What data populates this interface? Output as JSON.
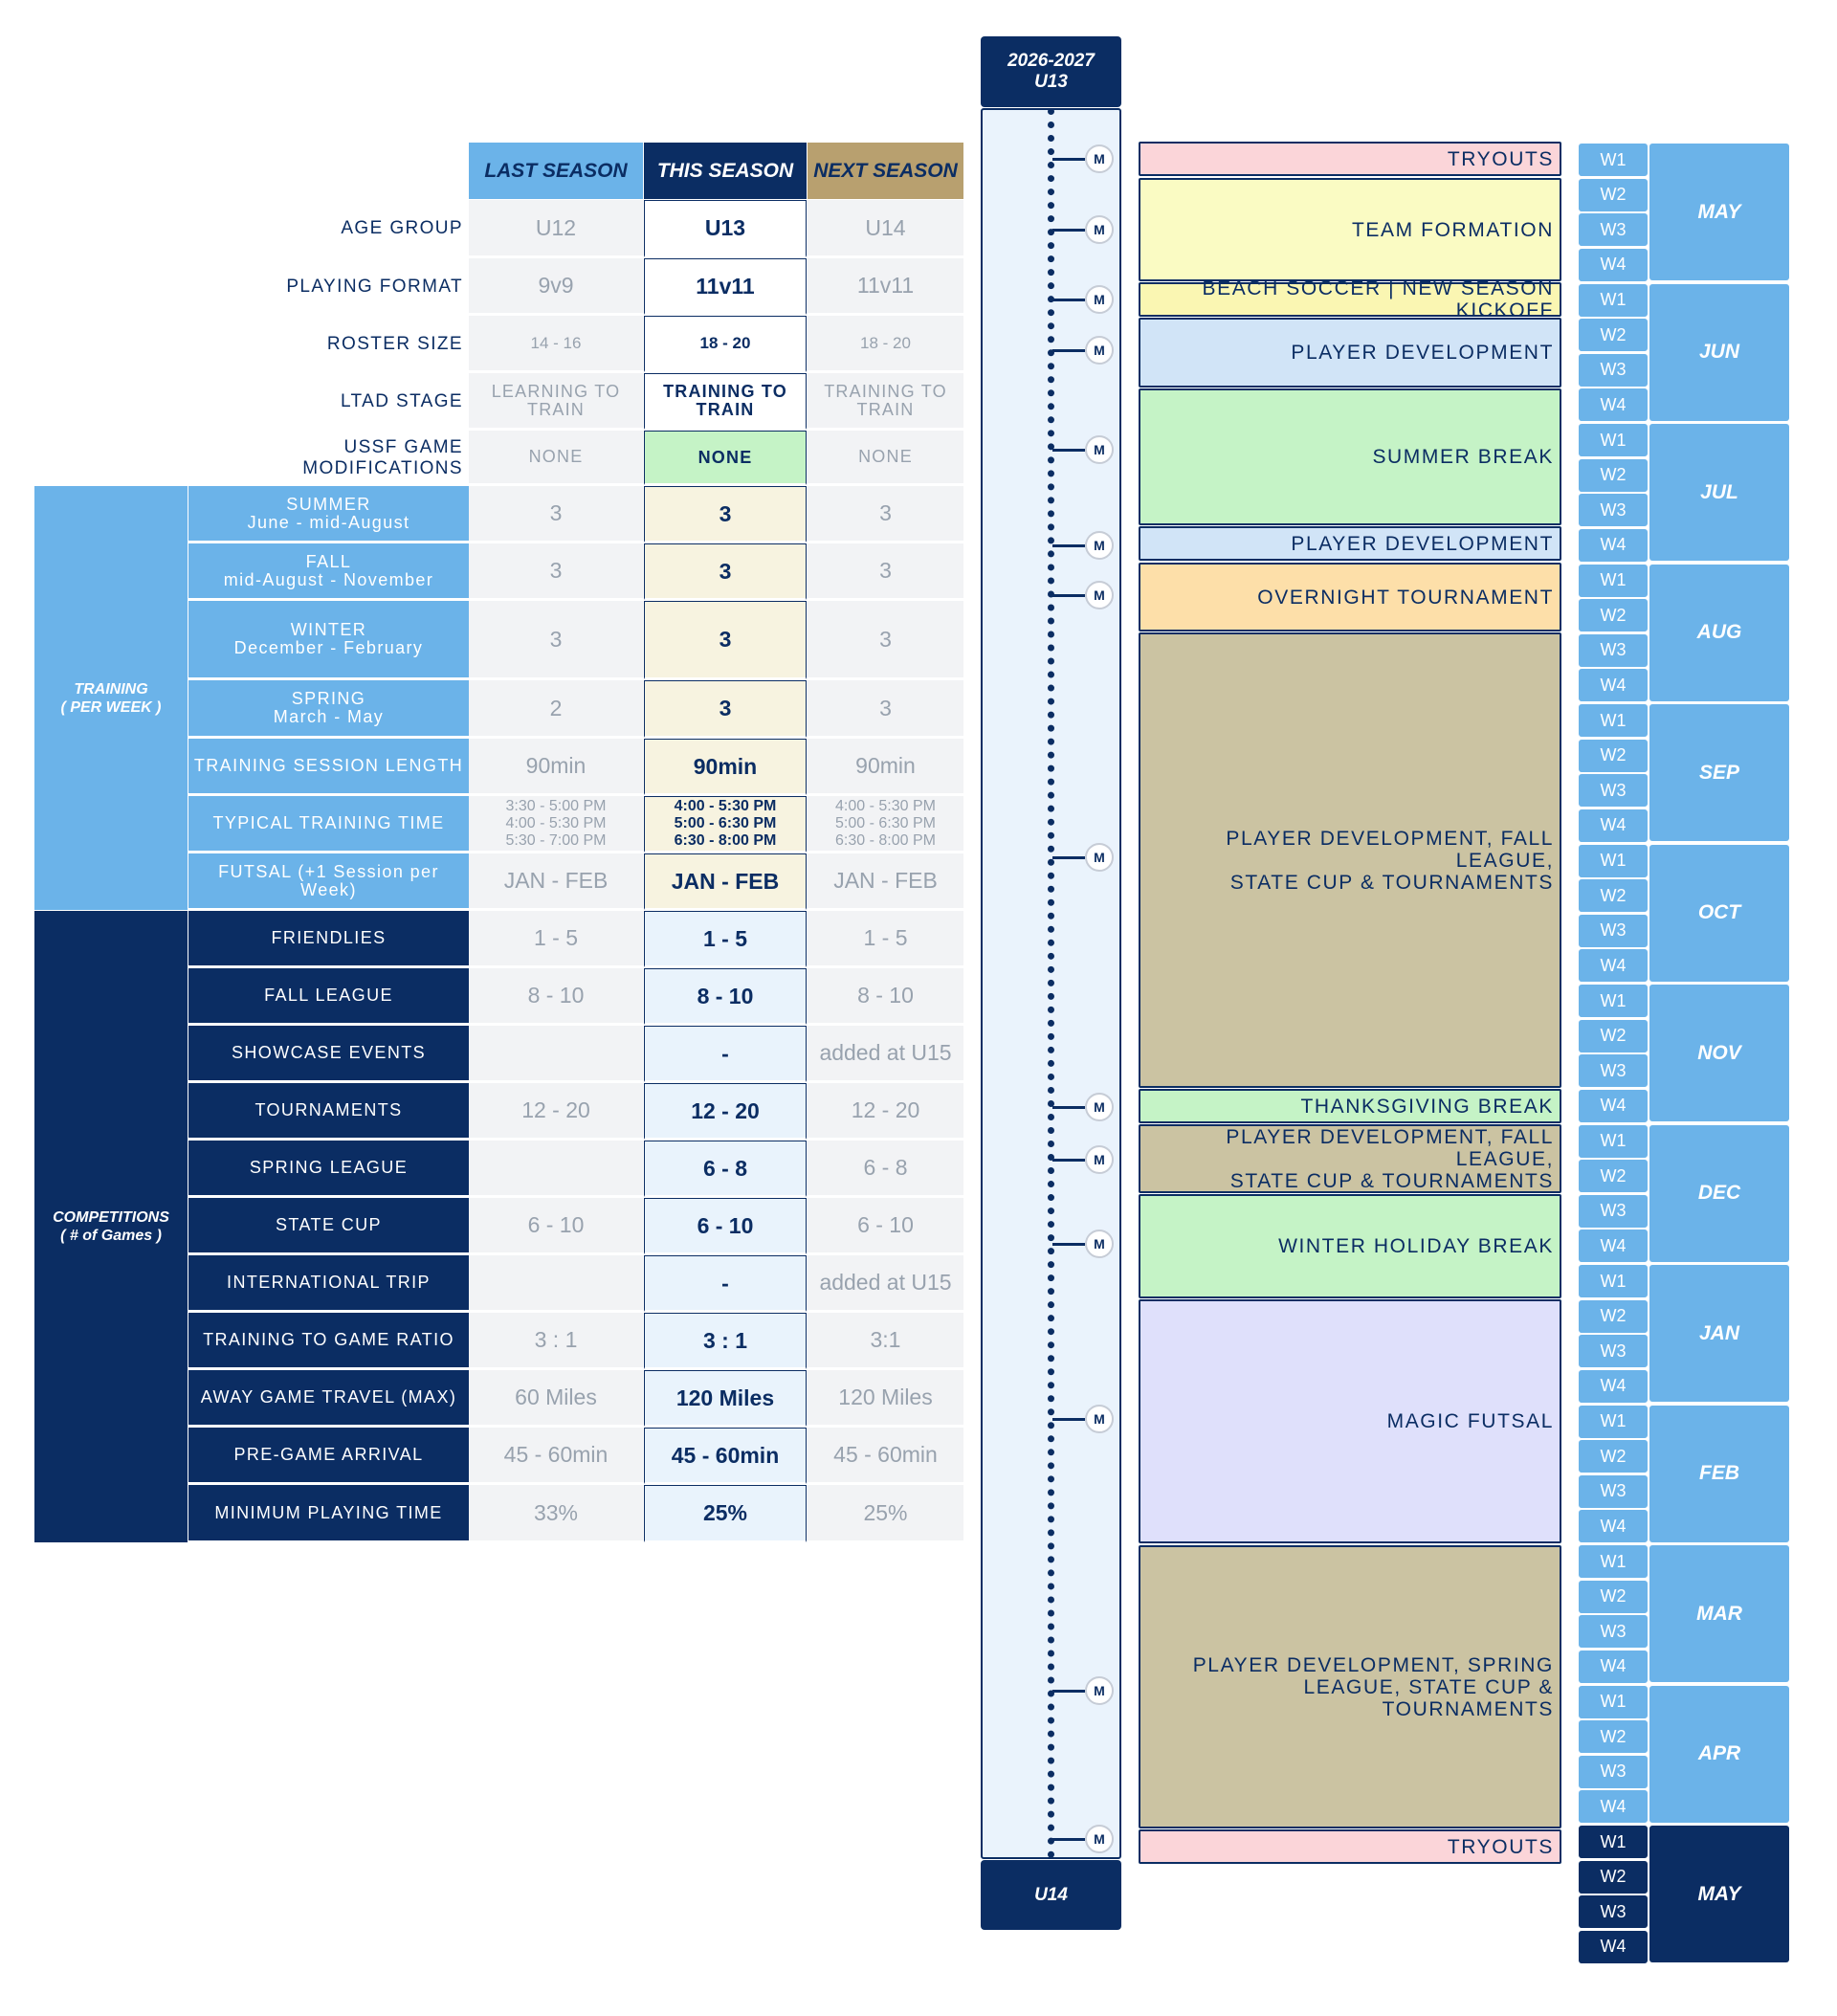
{
  "headers": {
    "last": "LAST SEASON",
    "this": "THIS SEASON",
    "next": "NEXT SEASON"
  },
  "rows": {
    "age": {
      "label": "AGE GROUP",
      "last": "U12",
      "this": "U13",
      "next": "U14"
    },
    "format": {
      "label": "PLAYING FORMAT",
      "last": "9v9",
      "this": "11v11",
      "next": "11v11"
    },
    "roster": {
      "label": "ROSTER SIZE",
      "last": "14 - 16",
      "this": "18 - 20",
      "next": "18 - 20"
    },
    "ltad": {
      "label": "LTAD STAGE",
      "last": "LEARNING TO TRAIN",
      "this": "TRAINING TO TRAIN",
      "next": "TRAINING TO TRAIN"
    },
    "ussf": {
      "label": "USSF GAME MODIFICATIONS",
      "last": "NONE",
      "this": "NONE",
      "next": "NONE"
    }
  },
  "training": {
    "group_label": "TRAINING\n( PER WEEK )",
    "rows": {
      "summer": {
        "label": "SUMMER\nJune - mid-August",
        "last": "3",
        "this": "3",
        "next": "3"
      },
      "fall": {
        "label": "FALL\nmid-August - November",
        "last": "3",
        "this": "3",
        "next": "3"
      },
      "winter": {
        "label": "WINTER\nDecember - February",
        "last": "3",
        "this": "3",
        "next": "3"
      },
      "spring": {
        "label": "SPRING\nMarch - May",
        "last": "2",
        "this": "3",
        "next": "3"
      },
      "length": {
        "label": "TRAINING SESSION LENGTH",
        "last": "90min",
        "this": "90min",
        "next": "90min"
      },
      "time": {
        "label": "TYPICAL TRAINING TIME",
        "last": "3:30 - 5:00 PM\n4:00 - 5:30 PM\n5:30 - 7:00 PM",
        "this": "4:00 - 5:30 PM\n5:00 - 6:30 PM\n6:30 - 8:00 PM",
        "next": "4:00 - 5:30 PM\n5:00 - 6:30 PM\n6:30 - 8:00 PM"
      },
      "futsal": {
        "label": "FUTSAL (+1 Session per Week)",
        "last": "JAN - FEB",
        "this": "JAN - FEB",
        "next": "JAN - FEB"
      }
    }
  },
  "competitions": {
    "group_label": "COMPETITIONS\n( # of Games )",
    "rows": {
      "friendlies": {
        "label": "FRIENDLIES",
        "last": "1 - 5",
        "this": "1 - 5",
        "next": "1 - 5"
      },
      "fall_league": {
        "label": "FALL LEAGUE",
        "last": "8 - 10",
        "this": "8 - 10",
        "next": "8 - 10"
      },
      "showcase": {
        "label": "SHOWCASE EVENTS",
        "last": "",
        "this": "-",
        "next": "added at U15"
      },
      "tournaments": {
        "label": "TOURNAMENTS",
        "last": "12 - 20",
        "this": "12 - 20",
        "next": "12 - 20"
      },
      "spring_league": {
        "label": "SPRING LEAGUE",
        "last": "",
        "this": "6 - 8",
        "next": "6 - 8"
      },
      "state_cup": {
        "label": "STATE CUP",
        "last": "6 - 10",
        "this": "6 - 10",
        "next": "6 - 10"
      },
      "intl": {
        "label": "INTERNATIONAL TRIP",
        "last": "",
        "this": "-",
        "next": "added at U15"
      },
      "ratio": {
        "label": "TRAINING TO GAME RATIO",
        "last": "3 : 1",
        "this": "3 : 1",
        "next": "3:1"
      },
      "travel": {
        "label": "AWAY GAME TRAVEL (MAX)",
        "last": "60 Miles",
        "this": "120 Miles",
        "next": "120 Miles"
      },
      "arrival": {
        "label": "PRE-GAME ARRIVAL",
        "last": "45 - 60min",
        "this": "45 - 60min",
        "next": "45 - 60min"
      },
      "min_time": {
        "label": "MINIMUM PLAYING TIME",
        "last": "33%",
        "this": "25%",
        "next": "25%"
      }
    }
  },
  "timeline": {
    "top_label": "2026-2027\nU13",
    "bottom_label": "U14",
    "badge_letter": "M"
  },
  "events": [
    {
      "label": "TRYOUTS",
      "color": "#fbd5d9"
    },
    {
      "label": "TEAM FORMATION",
      "color": "#fafbc3"
    },
    {
      "label": "BEACH SOCCER | NEW SEASON KICKOFF",
      "color": "#faf6b2"
    },
    {
      "label": "PLAYER DEVELOPMENT",
      "color": "#d1e4f7"
    },
    {
      "label": "SUMMER BREAK",
      "color": "#c5f3c6"
    },
    {
      "label": "PLAYER DEVELOPMENT",
      "color": "#d1e4f7"
    },
    {
      "label": "OVERNIGHT TOURNAMENT",
      "color": "#fddfa9"
    },
    {
      "label": "PLAYER DEVELOPMENT, FALL LEAGUE,\nSTATE CUP & TOURNAMENTS",
      "color": "#cbc3a2"
    },
    {
      "label": "THANKSGIVING BREAK",
      "color": "#c5f3c6"
    },
    {
      "label": "PLAYER DEVELOPMENT, FALL LEAGUE,\nSTATE CUP & TOURNAMENTS",
      "color": "#cbc3a2"
    },
    {
      "label": "WINTER HOLIDAY BREAK",
      "color": "#c5f3c6"
    },
    {
      "label": "MAGIC FUTSAL",
      "color": "#dfe0fb"
    },
    {
      "label": "PLAYER DEVELOPMENT, SPRING\nLEAGUE, STATE CUP & TOURNAMENTS",
      "color": "#cbc3a2"
    },
    {
      "label": "TRYOUTS",
      "color": "#fbd5d9"
    }
  ],
  "weeks": [
    "W1",
    "W2",
    "W3",
    "W4"
  ],
  "months": [
    "MAY",
    "JUN",
    "JUL",
    "AUG",
    "SEP",
    "OCT",
    "NOV",
    "DEC",
    "JAN",
    "FEB",
    "MAR",
    "APR",
    "MAY"
  ],
  "colors": {
    "navy": "#0b2d63",
    "light_blue": "#6bb3e9",
    "gold": "#b8a06f",
    "ussf_this": "#c5f3c6",
    "training_this": "#f7f3e0",
    "comp_this": "#e9f3fc"
  }
}
